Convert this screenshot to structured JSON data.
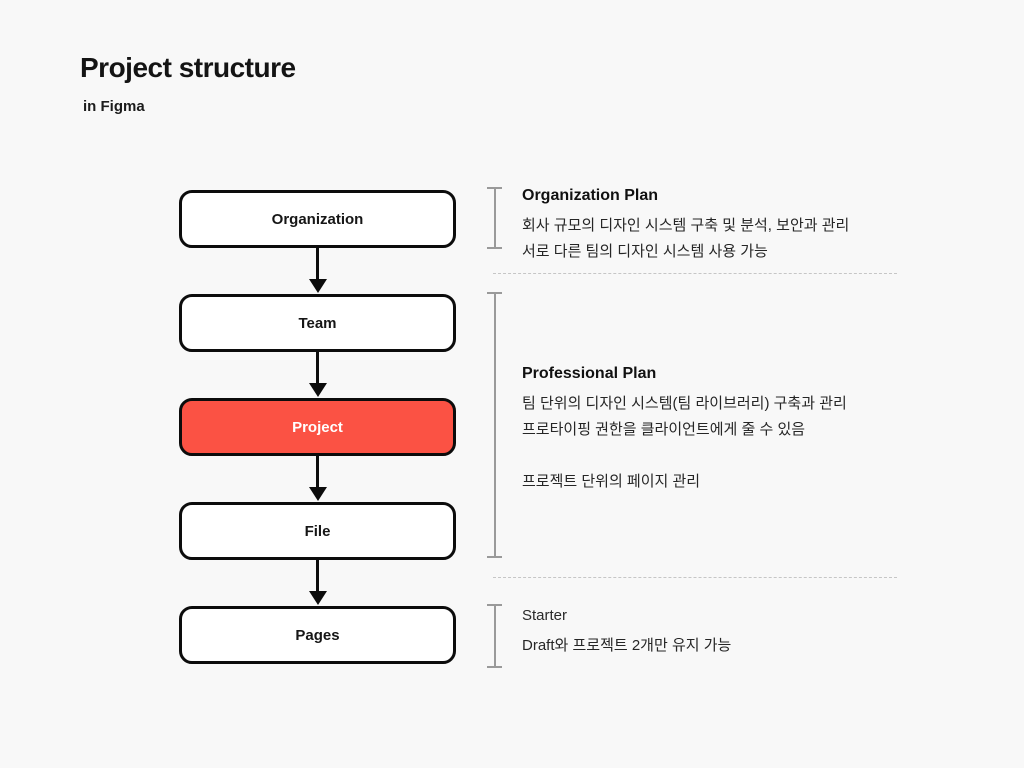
{
  "title": "Project structure",
  "subtitle": "in Figma",
  "colors": {
    "background": "#f8f8f8",
    "accent_red": "#fb5244",
    "box_border": "#0c0c0c",
    "bracket_gray": "#9a9a9a",
    "divider_gray": "#c6c6c6"
  },
  "flow": {
    "nodes": [
      {
        "label": "Organization",
        "highlighted": false
      },
      {
        "label": "Team",
        "highlighted": false
      },
      {
        "label": "Project",
        "highlighted": true
      },
      {
        "label": "File",
        "highlighted": false
      },
      {
        "label": "Pages",
        "highlighted": false
      }
    ]
  },
  "plans": [
    {
      "name": "Organization Plan",
      "lines": [
        "회사 규모의 디자인 시스템 구축 및 분석, 보안과 관리",
        "서로 다른 팀의 디자인 시스템 사용 가능"
      ]
    },
    {
      "name": "Professional Plan",
      "lines": [
        "팀 단위의 디자인 시스템(팀 라이브러리) 구축과 관리",
        "프로타이핑 권한을 클라이언트에게 줄 수 있음",
        "",
        "프로젝트 단위의 페이지 관리"
      ]
    },
    {
      "name": "Starter",
      "lines": [
        "Draft와 프로젝트 2개만 유지 가능"
      ]
    }
  ]
}
